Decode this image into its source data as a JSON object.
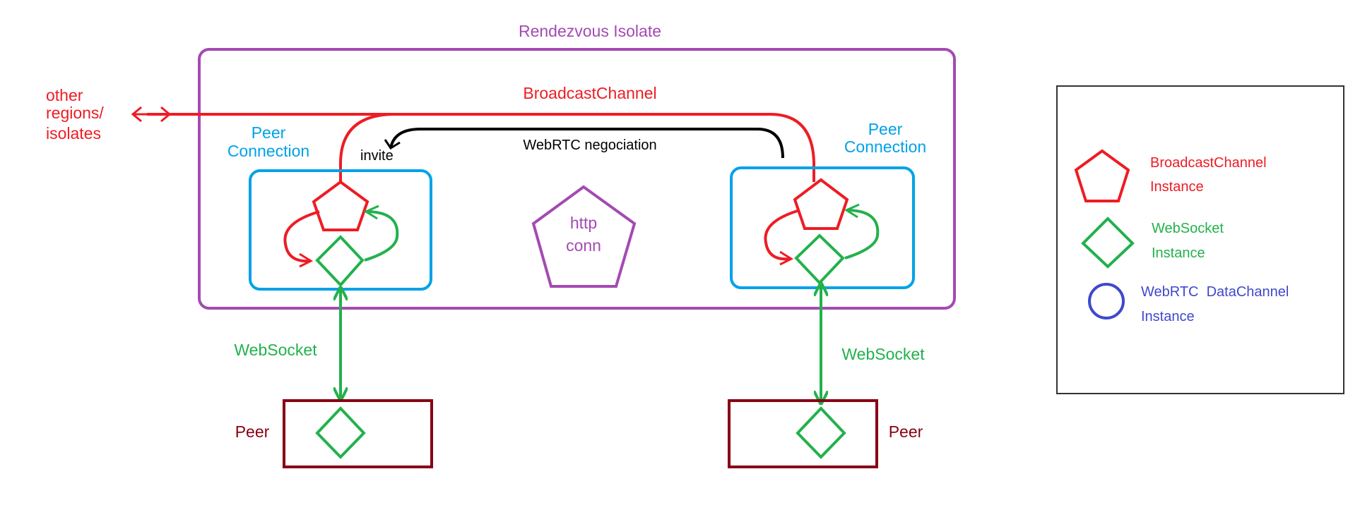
{
  "colors": {
    "purple": "#a44ab3",
    "red": "#ee1c24",
    "blue_peer": "#00a2e8",
    "green": "#22b14c",
    "dark_red": "#880015",
    "blue_legend": "#3f48cc",
    "black": "#000000",
    "legend_border": "#333333"
  },
  "isolate": {
    "title": "Rendezvous Isolate"
  },
  "broadcast": {
    "label": "BroadcastChannel"
  },
  "other_regions": {
    "line1": "other",
    "line2": "regions/",
    "line3": "isolates"
  },
  "negotiation": {
    "label": "WebRTC negociation",
    "invite": "invite"
  },
  "peer_connection_left": {
    "line1": "Peer",
    "line2": "Connection"
  },
  "peer_connection_right": {
    "line1": "Peer",
    "line2": "Connection"
  },
  "http_conn": {
    "line1": "http",
    "line2": "conn"
  },
  "websocket_left": {
    "label": "WebSocket"
  },
  "websocket_right": {
    "label": "WebSocket"
  },
  "peer_left": {
    "label": "Peer"
  },
  "peer_right": {
    "label": "Peer"
  },
  "legend": {
    "items": [
      {
        "icon": "pentagon-icon",
        "line1": "BroadcastChannel",
        "line2": "Instance"
      },
      {
        "icon": "diamond-icon",
        "line1": "WebSocket",
        "line2": "Instance"
      },
      {
        "icon": "circle-icon",
        "line1": "WebRTC  DataChannel",
        "line2": "Instance"
      }
    ]
  }
}
